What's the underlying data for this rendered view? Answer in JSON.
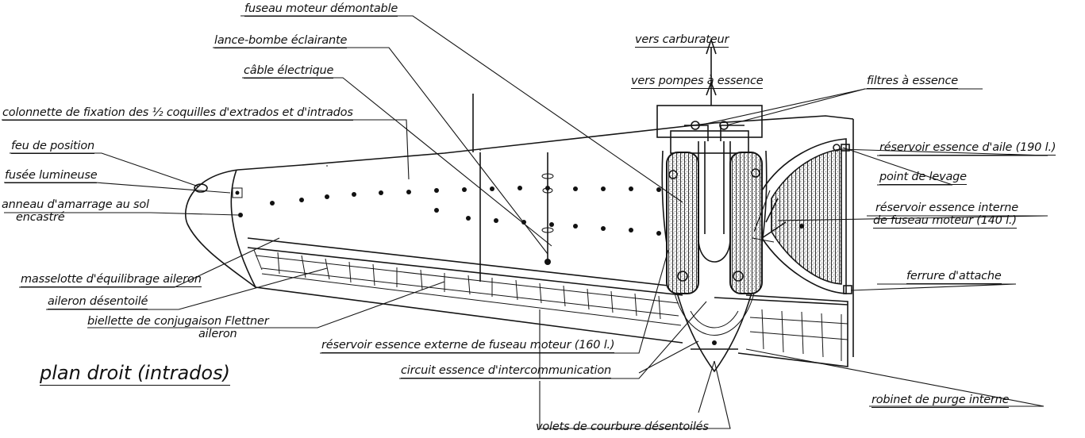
{
  "title": "plan droit (intrados)",
  "labels": {
    "fuseau_moteur": "fuseau moteur démontable",
    "lance_bombe": "lance-bombe éclairante",
    "cable": "câble électrique",
    "colonnette": "colonnette de fixation des ½ coquilles d'extrados et d'intrados",
    "feu": "feu de position",
    "fusee": "fusée lumineuse",
    "anneau_1": "anneau d'amarrage au sol",
    "anneau_2": "encastré",
    "masselotte": "masselotte d'équilibrage aileron",
    "aileron_desentoile": "aileron désentoilé",
    "biellette_1": "biellette de conjugaison Flettner",
    "biellette_2": "aileron",
    "reservoir_externe": "réservoir essence externe de fuseau moteur (160 l.)",
    "circuit": "circuit essence d'intercommunication",
    "volets": "volets de courbure désentoilés",
    "carburateur": "vers carburateur",
    "pompes": "vers pompes à essence",
    "filtres": "filtres à essence",
    "reservoir_aile": "réservoir essence d'aile (190 l.)",
    "levage": "point de levage",
    "reservoir_interne_1": "réservoir essence interne",
    "reservoir_interne_2": "de fuseau moteur (140 l.)",
    "ferrure": "ferrure d'attache",
    "robinet": "robinet de purge interne"
  }
}
